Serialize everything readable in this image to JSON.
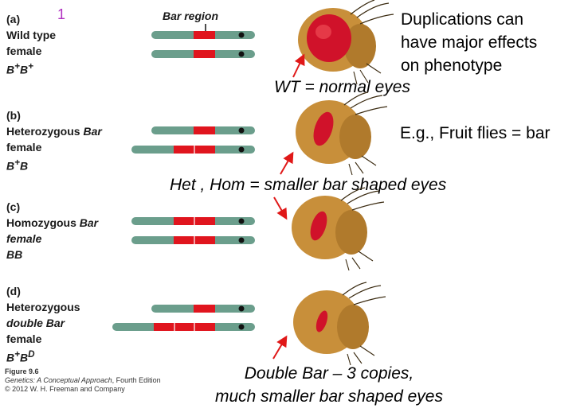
{
  "slide_number": "1",
  "bar_region_label": "Bar region",
  "title_note": [
    "Duplications can",
    "have major effects",
    "on phenotype"
  ],
  "example_note": "E.g., Fruit flies = bar",
  "wt_note": "WT = normal eyes",
  "het_hom_note": "Het , Hom = smaller bar shaped eyes",
  "double_bar_note": [
    "Double Bar – 3 copies,",
    "much smaller bar shaped eyes"
  ],
  "panels": [
    {
      "letter": "(a)",
      "line1": "Wild type",
      "line2": "female",
      "genotype_main": "B",
      "genotype_sup1": "+",
      "genotype_mid": "B",
      "genotype_sup2": "+"
    },
    {
      "letter": "(b)",
      "line1a": "Heterozygous ",
      "line1b": "Bar",
      "line2": "female",
      "genotype_main": "B",
      "genotype_sup1": "+",
      "genotype_mid": "B"
    },
    {
      "letter": "(c)",
      "line1a": "Homozygous ",
      "line1b": "Bar",
      "line2": "female",
      "genotype": "BB"
    },
    {
      "letter": "(d)",
      "line1": "Heterozygous",
      "line2a": "double Bar",
      "line3": "female",
      "genotype_main": "B",
      "genotype_sup1": "+",
      "genotype_mid": "B",
      "genotype_sup2": "D"
    }
  ],
  "caption": {
    "figure": "Figure 9.6",
    "book": "Genetics: A Conceptual Approach",
    "edition": ", Fourth Edition",
    "copyright": "© 2012 W. H. Freeman and Company"
  },
  "colors": {
    "chromosome": "#6b9e8c",
    "bar_region": "#e0151e",
    "centromere": "#111111",
    "arrow": "#e01818",
    "eye_red": "#d0122a",
    "head": "#c88f3a"
  }
}
